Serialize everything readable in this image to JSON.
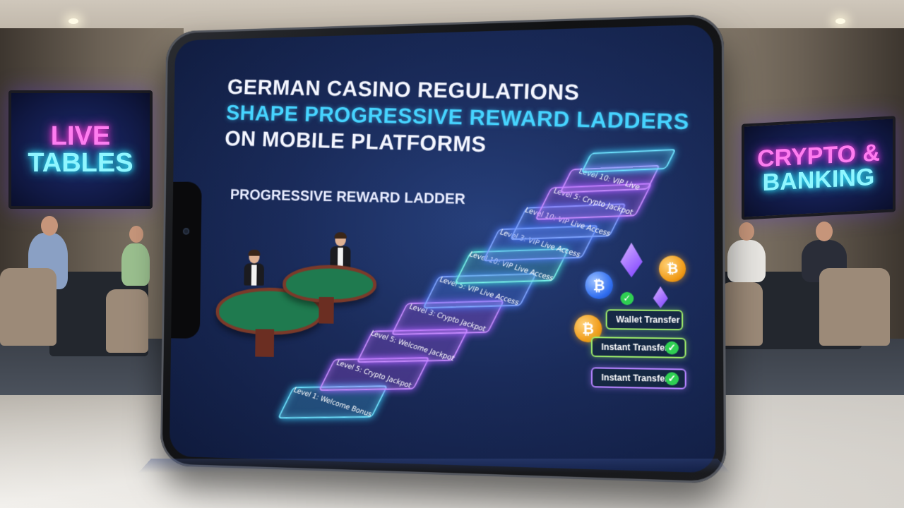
{
  "wall_screens": {
    "left": {
      "line1": "LIVE",
      "line2": "TABLES"
    },
    "right": {
      "line1": "CRYPTO &",
      "line2": "BANKING"
    }
  },
  "phone": {
    "headline": {
      "line1": "GERMAN CASINO REGULATIONS",
      "line2": "SHAPE PROGRESSIVE REWARD LADDERS",
      "line3": "ON MOBILE PLATFORMS"
    },
    "subheading": "PROGRESSIVE REWARD LADDER",
    "ladder": {
      "steps": [
        {
          "label": "Level 1: Welcome Bonus"
        },
        {
          "label": "Level 5: Crypto Jackpot"
        },
        {
          "label": "Level 5: Welcome Jackpot"
        },
        {
          "label": "Level 3: Crypto Jackpot"
        },
        {
          "label": "Level 5: VIP Live Access"
        },
        {
          "label": "Level 10: VIP Live Access"
        },
        {
          "label": "Level 3: VIP Live Access"
        },
        {
          "label": "Level 10: VIP Live Access"
        },
        {
          "label": "Level 5: Crypto Jackpot"
        },
        {
          "label": "Level 10: VIP Live"
        },
        {
          "label": ""
        }
      ]
    },
    "transfers": [
      {
        "label": "Wallet Transfer"
      },
      {
        "label": "Instant Transfer"
      },
      {
        "label": "Instant Transfer"
      }
    ],
    "coin_symbols": {
      "btc": "₿"
    }
  }
}
